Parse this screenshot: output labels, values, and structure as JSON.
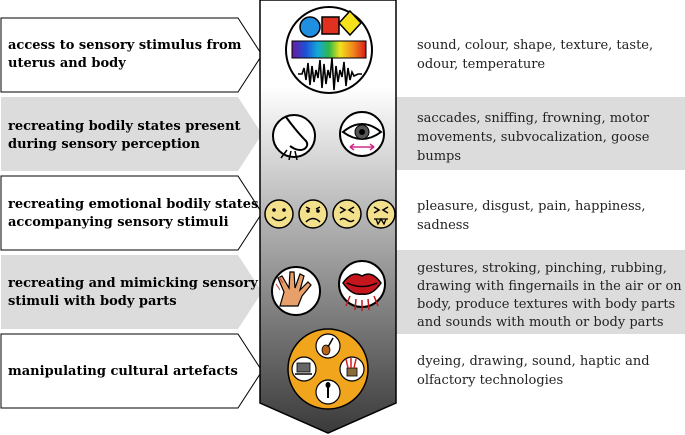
{
  "rows": [
    {
      "label_lines": [
        "access to sensory stimulus from",
        "uterus and body"
      ],
      "desc_lines": [
        "sound, colour, shape, texture, taste,",
        "odour, temperature"
      ],
      "shaded": false,
      "icon": "sensory-stimulus-icon"
    },
    {
      "label_lines": [
        "recreating bodily states present",
        "during sensory perception"
      ],
      "desc_lines": [
        "saccades, sniffing, frowning, motor",
        "movements, subvocalization, goose",
        "bumps"
      ],
      "shaded": true,
      "icon": "nose-and-eye-icon"
    },
    {
      "label_lines": [
        "recreating emotional bodily states",
        "accompanying sensory stimuli"
      ],
      "desc_lines": [
        "pleasure, disgust, pain, happiness,",
        "sadness"
      ],
      "shaded": false,
      "icon": "emotion-faces-icon"
    },
    {
      "label_lines": [
        "recreating and mimicking sensory",
        "stimuli with body parts"
      ],
      "desc_lines": [
        "gestures, stroking, pinching, rubbing,",
        "drawing with fingernails in the air or on",
        "body, produce textures with body parts",
        "and sounds with mouth or body parts"
      ],
      "shaded": true,
      "icon": "hand-and-mouth-icon"
    },
    {
      "label_lines": [
        "manipulating cultural artefacts"
      ],
      "desc_lines": [
        "dyeing, drawing, sound, haptic and",
        "olfactory technologies"
      ],
      "shaded": false,
      "icon": "cultural-artefacts-icon"
    }
  ],
  "colors": {
    "row_shade": "#dcdcdc",
    "outline": "#000000",
    "arrow_top": "#ffffff",
    "arrow_bottom": "#3a3a3a",
    "face_yellow": "#f3e08c",
    "artefact_orange": "#f0a51c"
  }
}
